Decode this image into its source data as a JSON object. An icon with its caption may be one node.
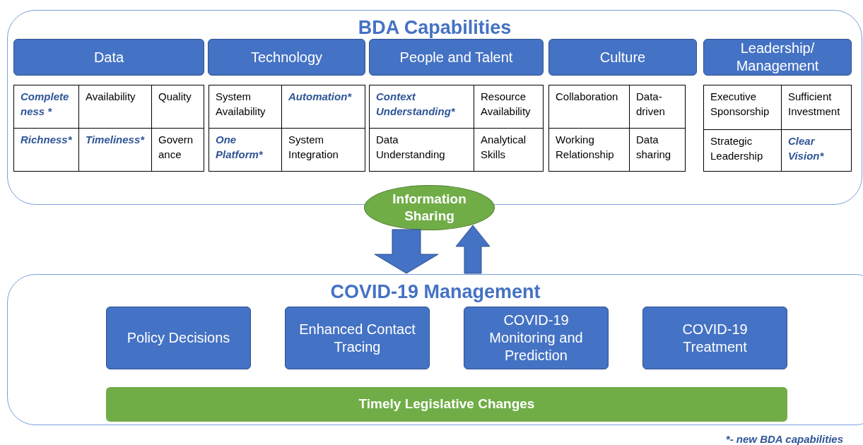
{
  "diagram": {
    "nodes": [
      {
        "text": [
          "BDA Capabilities"
        ]
      },
      {
        "text": [
          "Data"
        ],
        "in": 0
      },
      {
        "text": [
          "Technology"
        ],
        "in": 0
      },
      {
        "text": [
          "People and Talent"
        ],
        "in": 0
      },
      {
        "text": [
          "Culture"
        ],
        "in": 0
      },
      {
        "text": [
          "Leadership/ Management"
        ],
        "in": 0
      },
      {
        "text": [
          "Complete ness *"
        ],
        "in": 0
      },
      {
        "text": [
          "Availability"
        ],
        "in": 0
      },
      {
        "text": [
          "Quality"
        ],
        "in": 0
      },
      {
        "text": [
          "Richness*"
        ],
        "in": 0
      },
      {
        "text": [
          "Timeliness*"
        ],
        "in": 0
      },
      {
        "text": [
          "Govern ance"
        ],
        "in": 0
      },
      {
        "text": [
          "System Availability"
        ],
        "in": 0
      },
      {
        "text": [
          "Automation*"
        ],
        "in": 0
      },
      {
        "text": [
          "One Platform*"
        ],
        "in": 0
      },
      {
        "text": [
          "System Integration"
        ],
        "in": 0
      },
      {
        "text": [
          "Context Understanding*"
        ],
        "in": 0
      },
      {
        "text": [
          "Resource Availability"
        ],
        "in": 0
      },
      {
        "text": [
          "Data Understanding"
        ],
        "in": 0
      },
      {
        "text": [
          "Analytical Skills"
        ],
        "in": 0
      },
      {
        "text": [
          "Collaboration"
        ],
        "in": 0
      },
      {
        "text": [
          "Data-driven"
        ],
        "in": 0
      },
      {
        "text": [
          "Working Relationship"
        ],
        "in": 0
      },
      {
        "text": [
          "Data sharing"
        ],
        "in": 0
      },
      {
        "text": [
          "Executive Sponsorship"
        ],
        "in": 0
      },
      {
        "text": [
          "Sufficient Investment"
        ],
        "in": 0
      },
      {
        "text": [
          "Strategic Leadership"
        ],
        "in": 0
      },
      {
        "text": [
          "Clear Vision*"
        ],
        "in": 0
      },
      {
        "text": [
          "Information Sharing"
        ]
      },
      {
        "text": [
          "COVID-19 Management"
        ]
      },
      {
        "text": [
          "Policy Decisions"
        ],
        "in": 29
      },
      {
        "text": [
          "Enhanced Contact Tracing"
        ],
        "in": 29
      },
      {
        "text": [
          "COVID-19 Monitoring and Prediction"
        ],
        "in": 29
      },
      {
        "text": [
          "COVID-19 Treatment"
        ],
        "in": 29
      },
      {
        "text": [
          "Timely Legislative Changes"
        ],
        "in": 29
      }
    ],
    "edges": [
      {
        "from": 28,
        "to": 29,
        "arrow": "to"
      },
      {
        "from": 29,
        "to": 28,
        "arrow": "to"
      }
    ],
    "labels": [
      "*- new BDA capabilities"
    ]
  }
}
